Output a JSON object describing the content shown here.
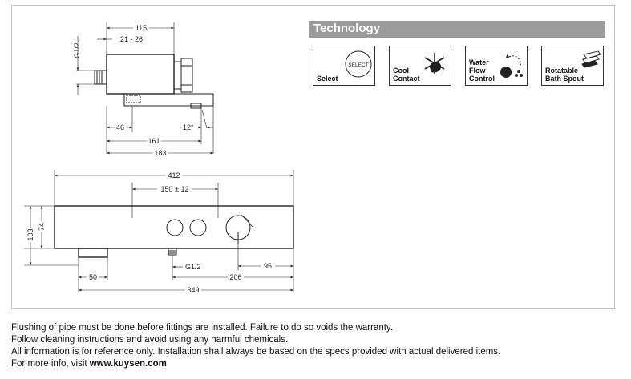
{
  "technology": {
    "title": "Technology",
    "items": [
      {
        "label_lines": [
          "Select"
        ],
        "icon": "select-button-icon",
        "icon_text": "SELECT"
      },
      {
        "label_lines": [
          "Cool",
          "Contact"
        ],
        "icon": "cool-contact-hand-icon"
      },
      {
        "label_lines": [
          "Water",
          "Flow",
          "Control"
        ],
        "icon": "water-drops-icon"
      },
      {
        "label_lines": [
          "Rotatable",
          "Bath Spout"
        ],
        "icon": "rotatable-spout-icon"
      }
    ]
  },
  "side_view_dimensions": {
    "width_total": "115",
    "connection_range": "21 - 26",
    "thread": "G1/2",
    "spout_offset": "46",
    "spout_angle": "12°",
    "spout_reach": "161",
    "total_depth": "183"
  },
  "front_view_dimensions": {
    "total_length": "412",
    "centers": "150 ± 12",
    "height_total": "103",
    "height_body": "74",
    "thread": "G1/2",
    "right_offset": "95",
    "mid_offset": "206",
    "left_offset": "50",
    "spout_to_end": "349"
  },
  "notes": {
    "line1": "Flushing of pipe must be done before fittings are installed. Failure to do so voids the warranty.",
    "line2": "Follow cleaning instructions and avoid using any harmful chemicals.",
    "line3": "All information is for reference only. Installation shall always be based on the specs provided with actual delivered items.",
    "line4_prefix": "For more info, visit ",
    "line4_link": "www.kuysen.com"
  }
}
